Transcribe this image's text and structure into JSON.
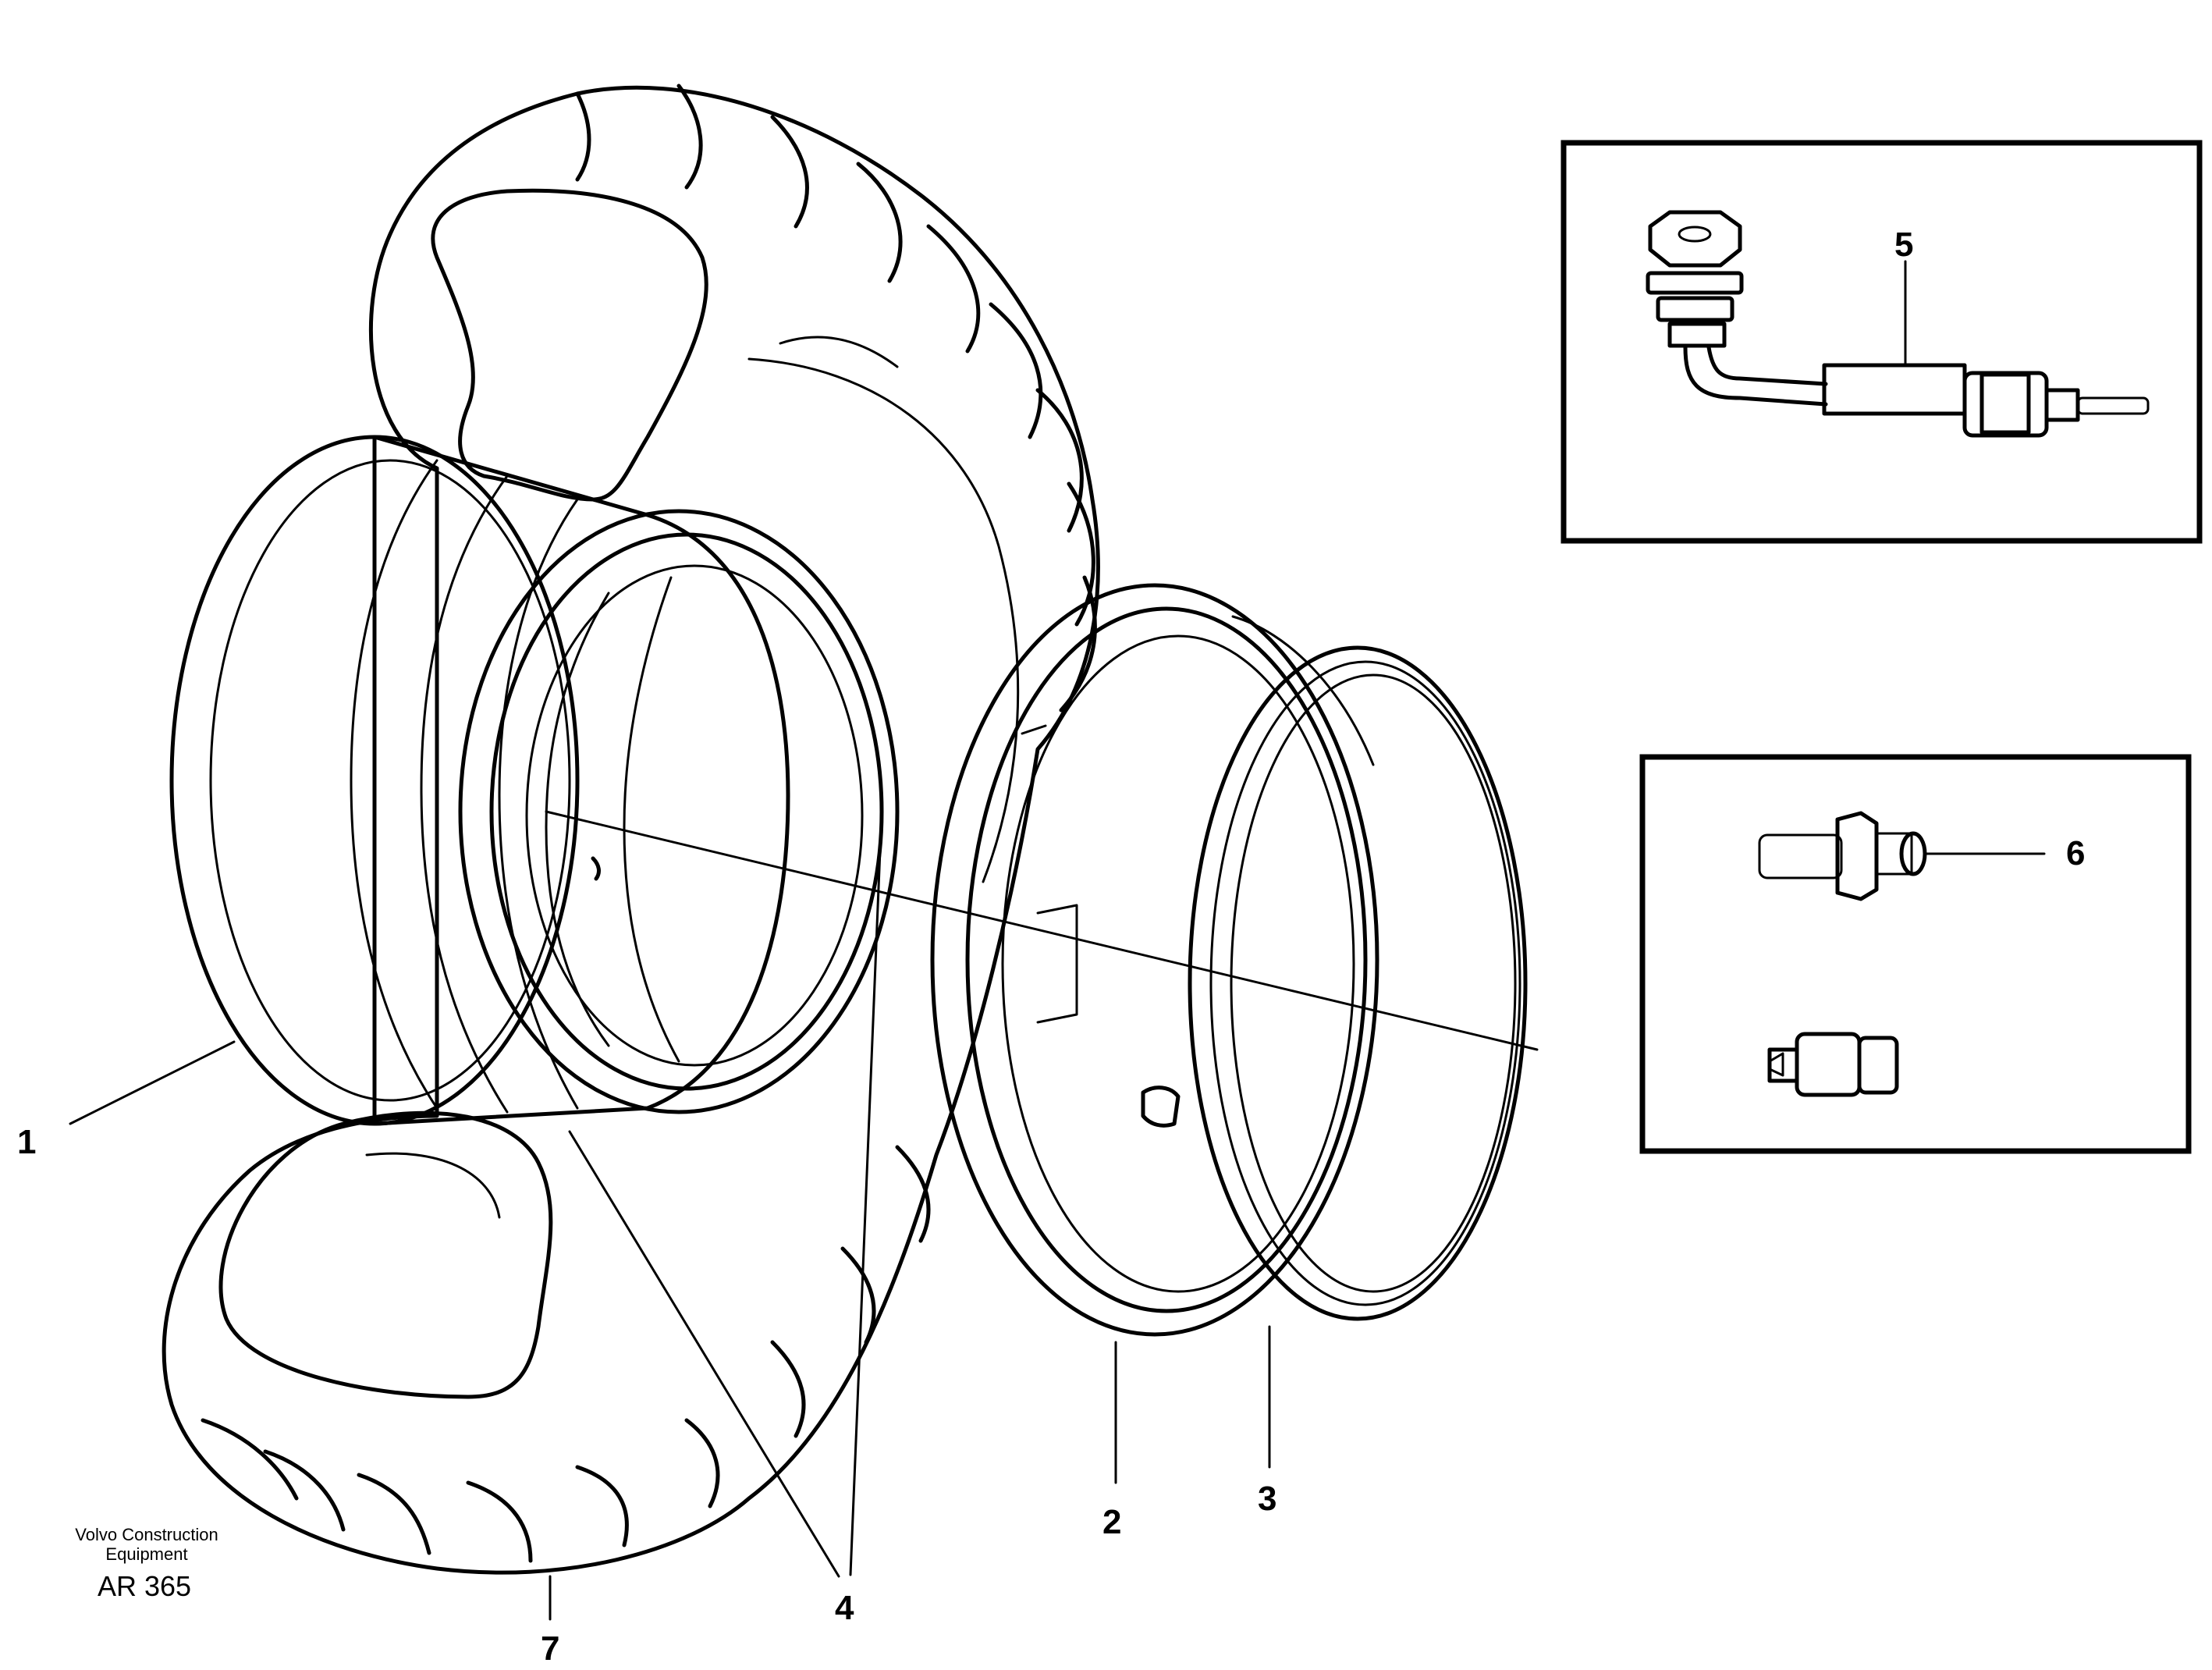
{
  "callouts": {
    "c1": "1",
    "c2": "2",
    "c3": "3",
    "c4": "4",
    "c5": "5",
    "c6": "6",
    "c7": "7"
  },
  "caption": {
    "company_line1": "Volvo Construction",
    "company_line2": "Equipment",
    "code": "AR 365"
  },
  "icons": [
    "tire-cutaway",
    "wheel-rim",
    "lock-ring",
    "seat-ring",
    "valve-extension",
    "valve-adapter",
    "valve-cap"
  ]
}
